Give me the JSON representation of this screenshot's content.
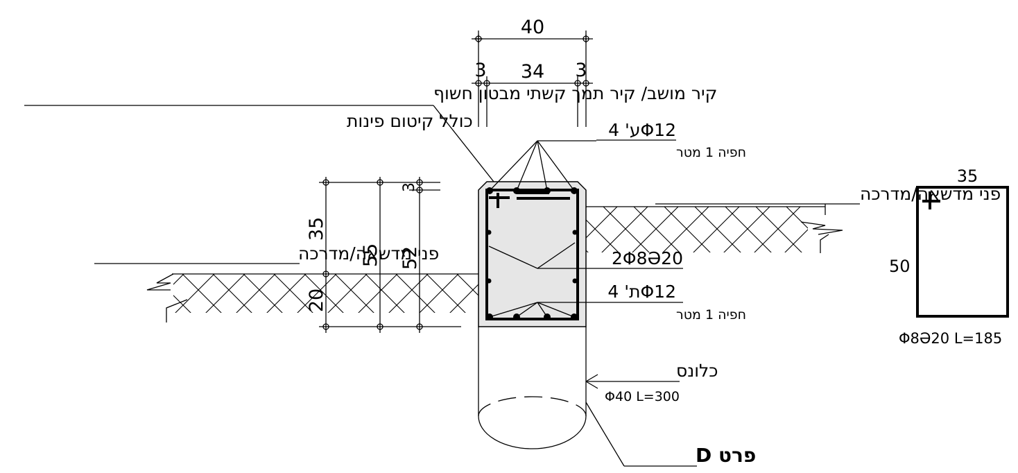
{
  "labels": {
    "wall_line1": "קיר מושב/ קיר תמך קשתי מבטון חשוף",
    "wall_line2": "כולל קיטום פינות",
    "top_rebar": "ע' 4Φ12",
    "top_rebar_anchor": "חפיה 1 מטר",
    "stirrups": "2Φ8Ә20",
    "bottom_rebar": "ת' 4Φ12",
    "bottom_rebar_anchor": "חפיה 1 מטר",
    "ground_right": "פני מדשאה/מדרכה",
    "ground_left": "פני מדשאה/מדרכה",
    "pile": "כלונס",
    "pile_spec": "Φ40 L=300",
    "detail_title": "פרט D",
    "stirrup_detail": "Φ8Ә20 L=185"
  },
  "dimensions": {
    "total_width": "40",
    "cover_left": "3",
    "inner_width": "34",
    "cover_right": "3",
    "above_ground": "35",
    "total_height": "55",
    "inner_height": "52",
    "below_ground": "20",
    "cover_top": "3",
    "stirrup_width": "35",
    "stirrup_height": "50"
  },
  "colors": {
    "line": "#000000",
    "concrete": "#e6e6e6",
    "background": "#ffffff"
  }
}
